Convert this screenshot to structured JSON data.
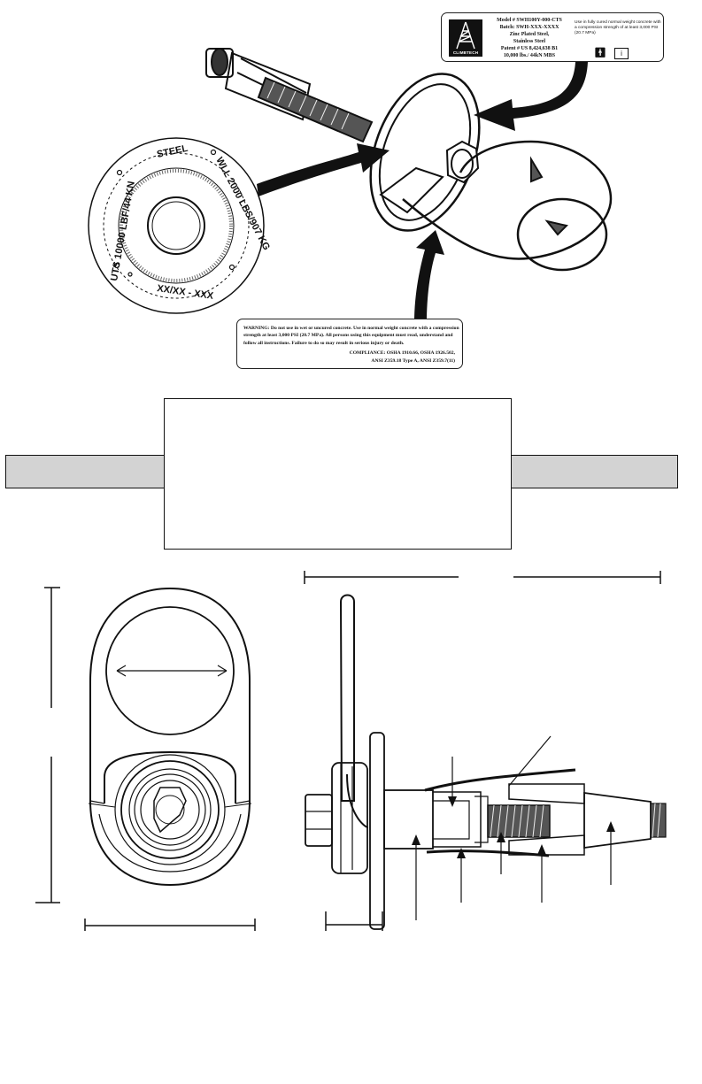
{
  "product_label": {
    "logo_text": "CLIMBTECH",
    "model": "Model # SWH100Y-000-CTS",
    "batch": "Batch: SWH-XXX-XXXX",
    "material_line1": "Zinc Plated Steel,",
    "material_line2": "Stainless Steel",
    "patent": "Patent # US 8,424,638 B1",
    "rating": "10,000 lbs./ 44kN MBS",
    "usage_note": "Use in fully cured normal weight concrete with a compression strength of at least 3,000 PSI (20.7 MPa)",
    "icons": [
      "person-icon",
      "manual-icon"
    ]
  },
  "disc": {
    "steel": "STEEL",
    "wll": "WLL 2000 LBS/907 KG",
    "uts": "UTS 10000 LBF/44 KN",
    "date_code": "XX/XX - XXX"
  },
  "warning_label": {
    "warning": "WARNING: Do not use in wet or uncured concrete. Use in normal weight concrete with a compression strength at least 3,000 PSI (20.7 MPa). All persons using this equipment must read, understand and follow all instructions. Failure to do so may result in serious injury or death.",
    "compliance_line1": "COMPLIANCE: OSHA 1910.66, OSHA 1926.502,",
    "compliance_line2": "ANSI Z359.18 Type A, ANSI Z359.7(11)"
  },
  "colors": {
    "ink": "#111111",
    "bar_fill": "#d3d3d3",
    "background": "#ffffff"
  }
}
